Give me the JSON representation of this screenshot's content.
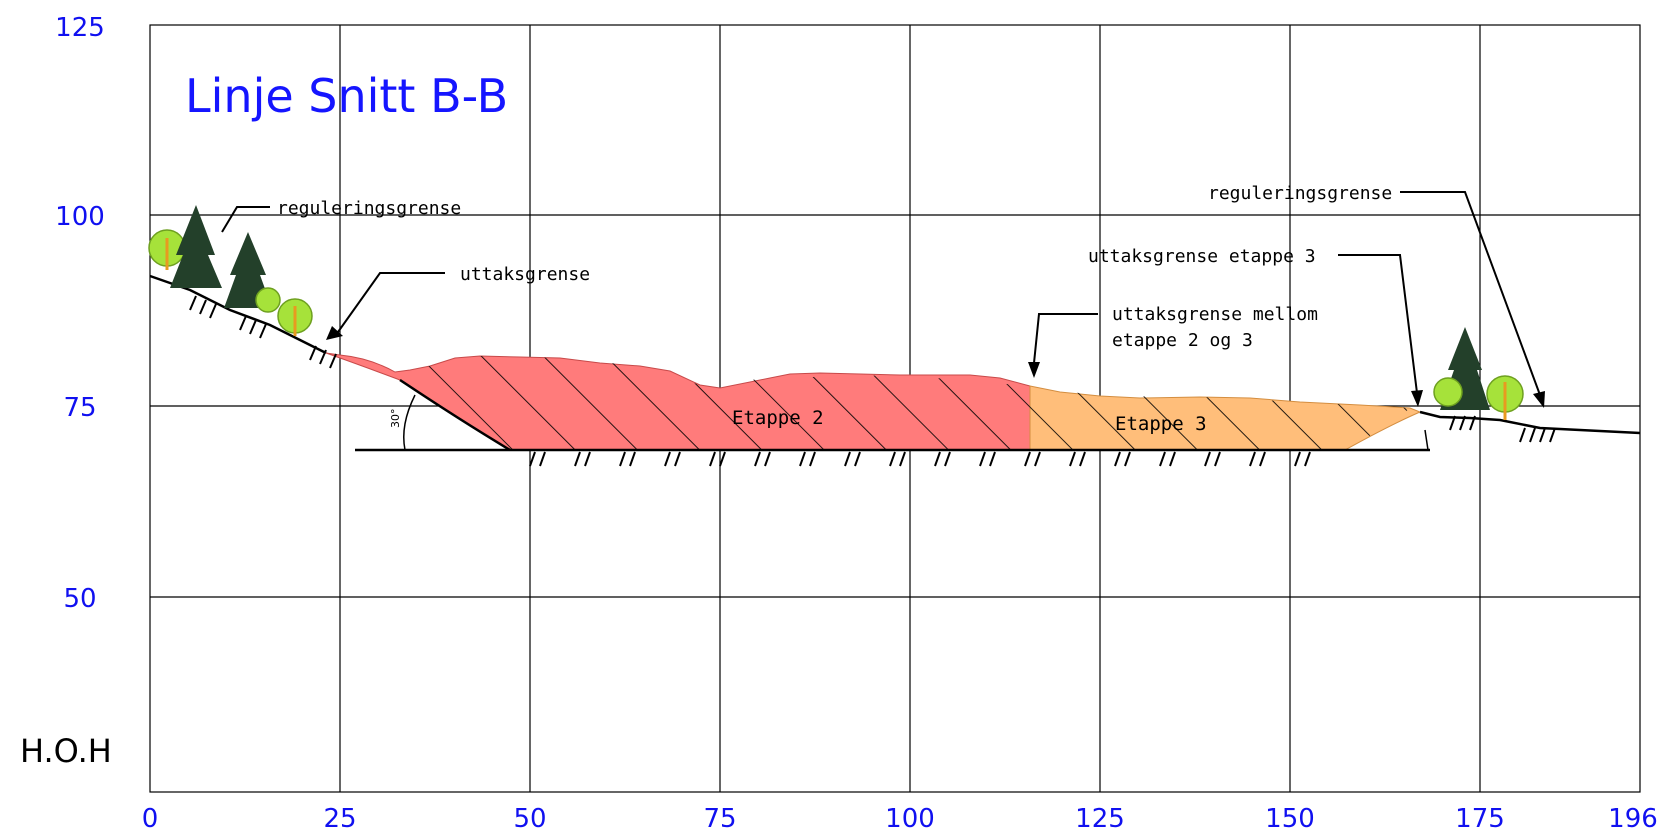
{
  "title": "Linje Snitt B-B",
  "unit_label": "H.O.H",
  "x_ticks": [
    "0",
    "25",
    "50",
    "75",
    "100",
    "125",
    "150",
    "175",
    "196"
  ],
  "y_ticks": [
    "125",
    "100",
    "75",
    "50"
  ],
  "annotations": {
    "regulering_left": "reguleringsgrense",
    "uttak_left": "uttaksgrense",
    "regulering_right": "reguleringsgrense",
    "uttak_etappe3": "uttaksgrense etappe 3",
    "uttak_mellom_line1": "uttaksgrense mellom",
    "uttak_mellom_line2": "etappe 2 og 3"
  },
  "zones": {
    "etappe2": "Etappe 2",
    "etappe3": "Etappe 3"
  },
  "angle": "30°",
  "colors": {
    "axis_text": "#1010f0",
    "title": "#1515ff",
    "etappe2_fill": "#ff7b7b",
    "etappe3_fill": "#ffbe7a",
    "tree_dark": "#23402a",
    "tree_light": "#a6e23a"
  }
}
